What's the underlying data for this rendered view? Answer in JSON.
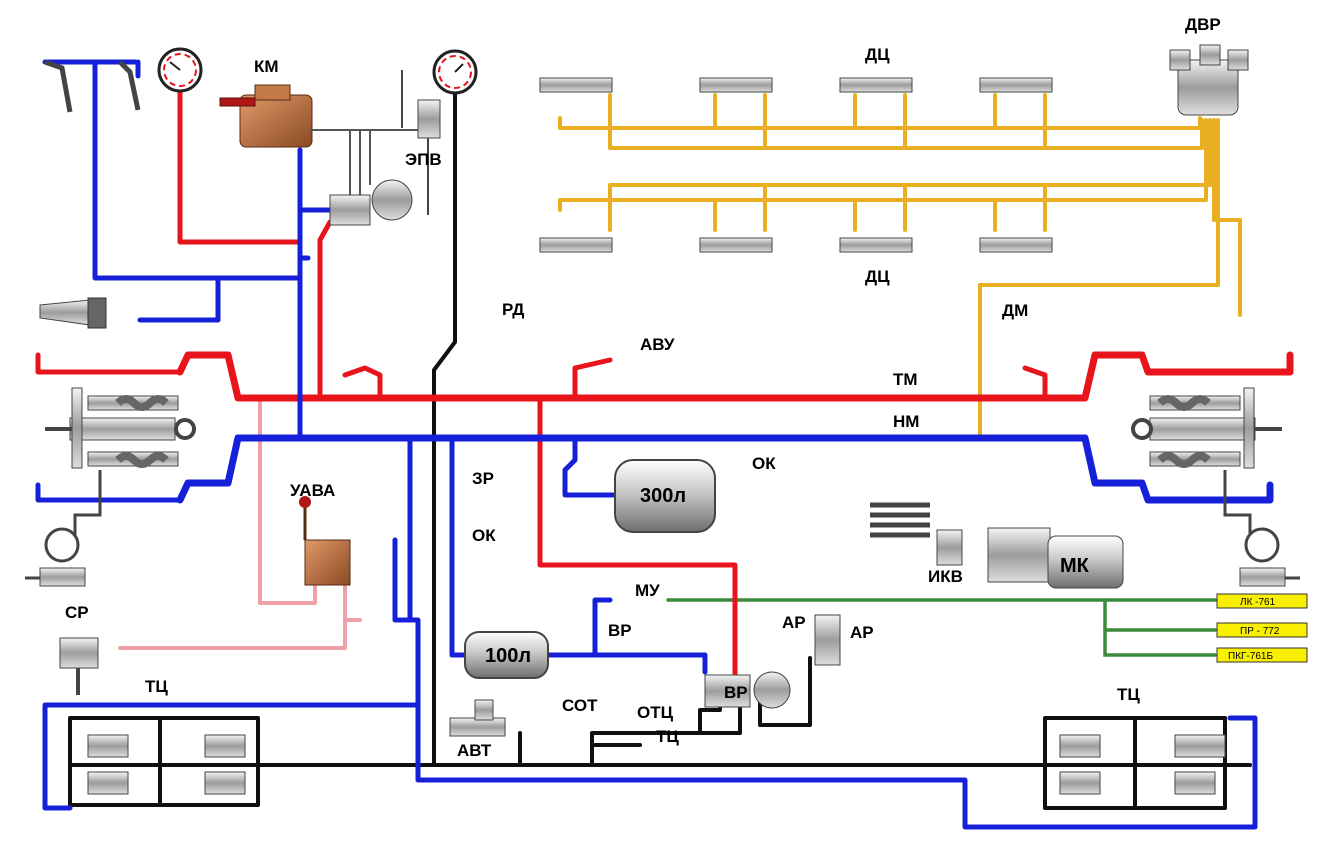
{
  "colors": {
    "brake_pipe": "#e8141b",
    "main_pipe": "#1520d8",
    "black_pipe": "#101010",
    "pink_pipe": "#f0a0a8",
    "yellow_pipe": "#e8b020",
    "green_pipe": "#3a8a3a",
    "tag_fill": "#f8f000",
    "equipment_gray": "#bfbfbf",
    "valve_brown": "#b86a3a"
  },
  "labels": {
    "km": "КМ",
    "epv": "ЭПВ",
    "dc_top": "ДЦ",
    "dc_bottom": "ДЦ",
    "dvr": "ДВР",
    "dm": "ДМ",
    "rd": "РД",
    "avu": "АВУ",
    "tm": "ТМ",
    "nm": "НМ",
    "uava": "УАВА",
    "zr": "ЗР",
    "ok_left": "ОК",
    "ok_right": "ОК",
    "reservoir_main": "300л",
    "reservoir_aux": "100л",
    "ikv": "ИКВ",
    "mk": "МК",
    "mu": "МУ",
    "vr_label": "ВР",
    "vr_box": "ВР",
    "ar_1": "АР",
    "ar_2": "АР",
    "sot": "СОТ",
    "otc": "ОТЦ",
    "tc_small": "ТЦ",
    "avt": "АВТ",
    "sr": "СР",
    "tc_left": "ТЦ",
    "tc_right": "ТЦ"
  },
  "tags": [
    "ЛК -761",
    "ПР - 772",
    "ПКГ-761Б"
  ]
}
